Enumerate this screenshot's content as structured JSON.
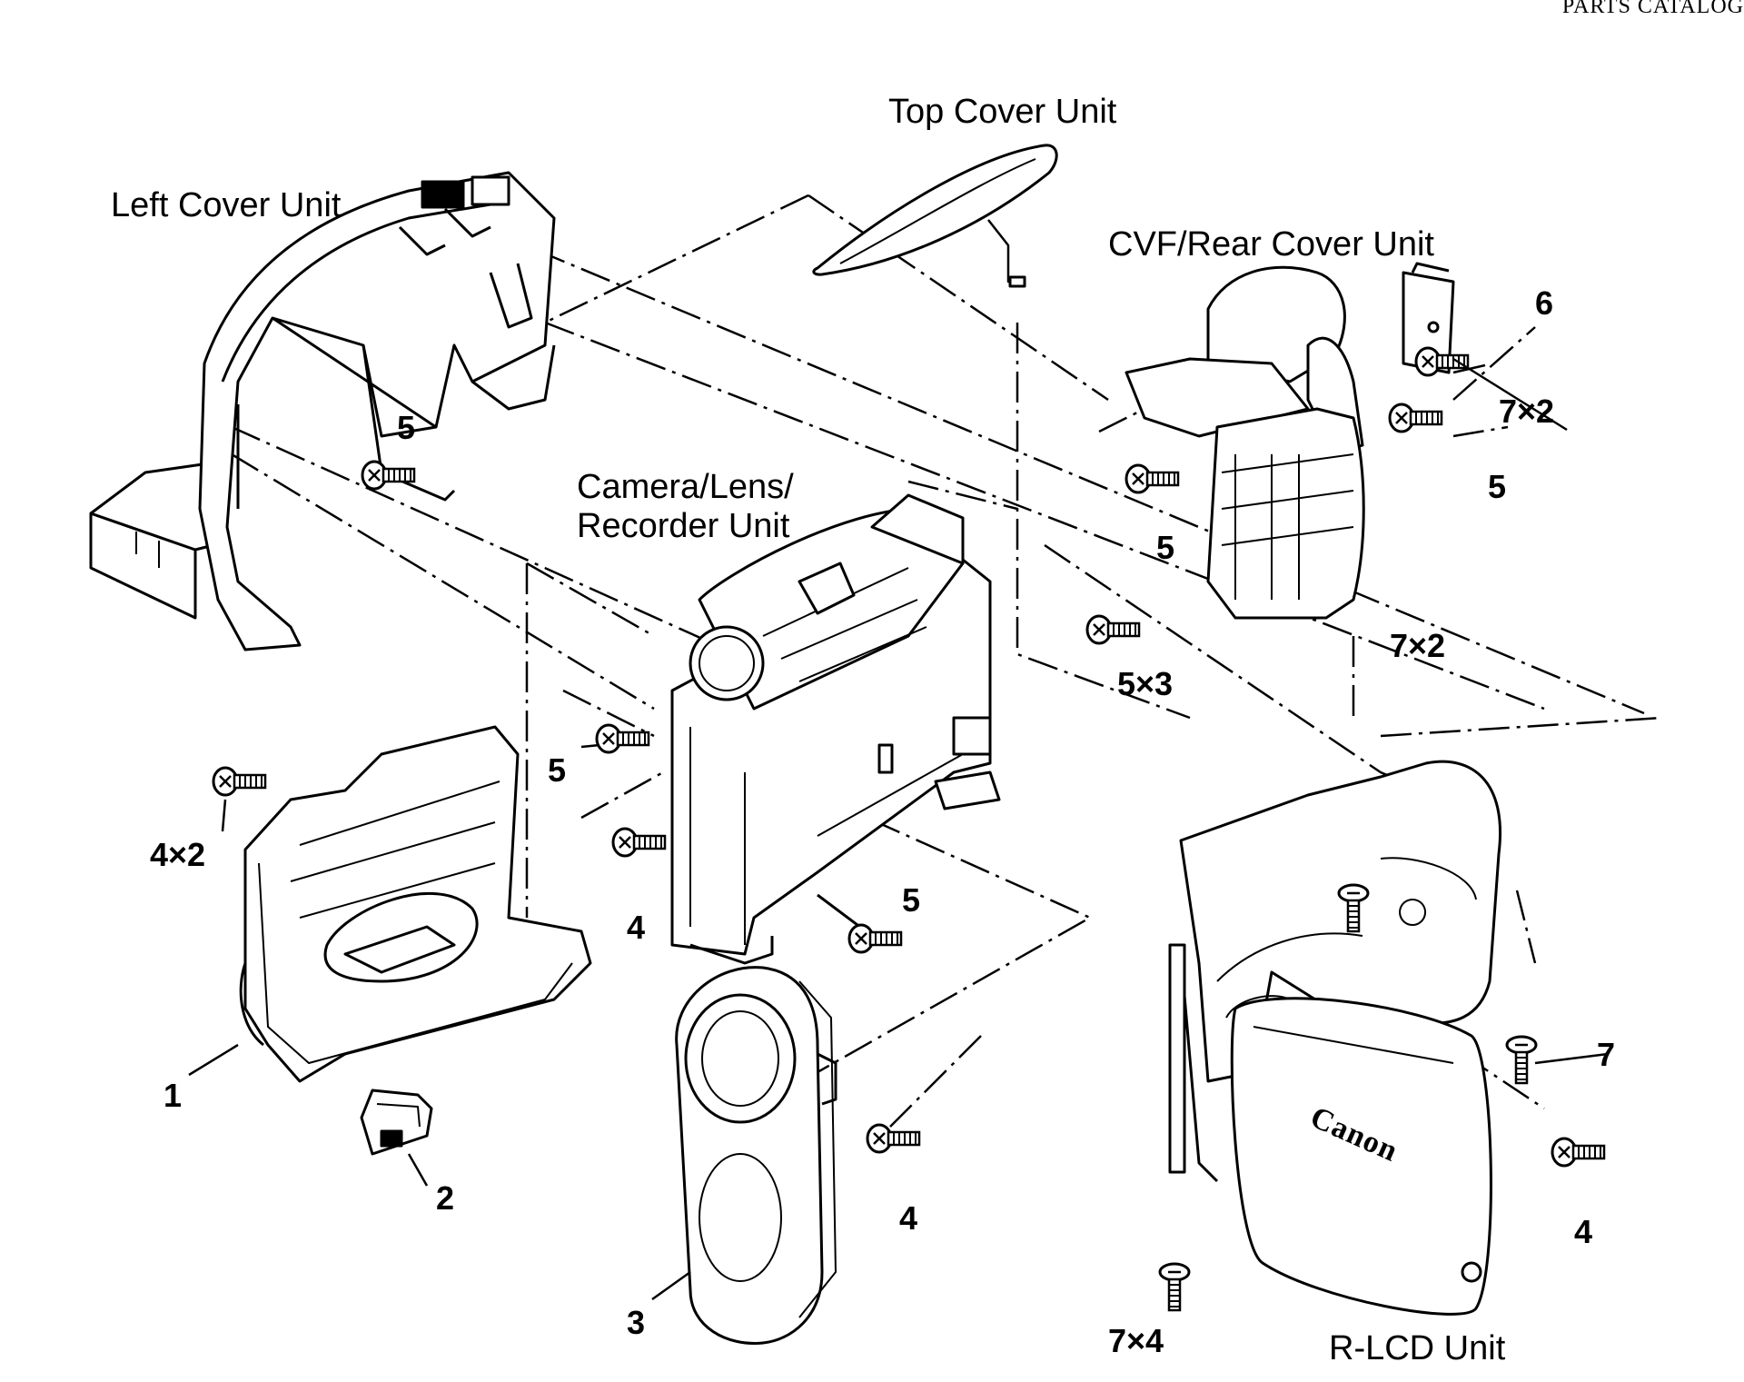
{
  "header": {
    "catalog_text": "PARTS CATALOG"
  },
  "units": {
    "left_cover": "Left Cover Unit",
    "top_cover": "Top Cover Unit",
    "cvf_rear_cover": "CVF/Rear Cover Unit",
    "camera_lens_recorder": [
      "Camera/Lens/",
      "Recorder Unit"
    ],
    "r_lcd": "R-LCD Unit"
  },
  "brand_mark": "Canon",
  "callouts": {
    "c1": "1",
    "c2": "2",
    "c3": "3",
    "c4_lower_center": "4",
    "c4_left_center": "4",
    "c4_right": "4",
    "c4x2": "4×2",
    "c5_left": "5",
    "c5_mid_left": "5",
    "c5_center_lower": "5",
    "c5_cvf": "5",
    "c5_cvf_right": "5",
    "c5x3": "5×3",
    "c6": "6",
    "c7": "7",
    "c7x2_top": "7×2",
    "c7x2_mid": "7×2",
    "c7x4": "7×4"
  }
}
